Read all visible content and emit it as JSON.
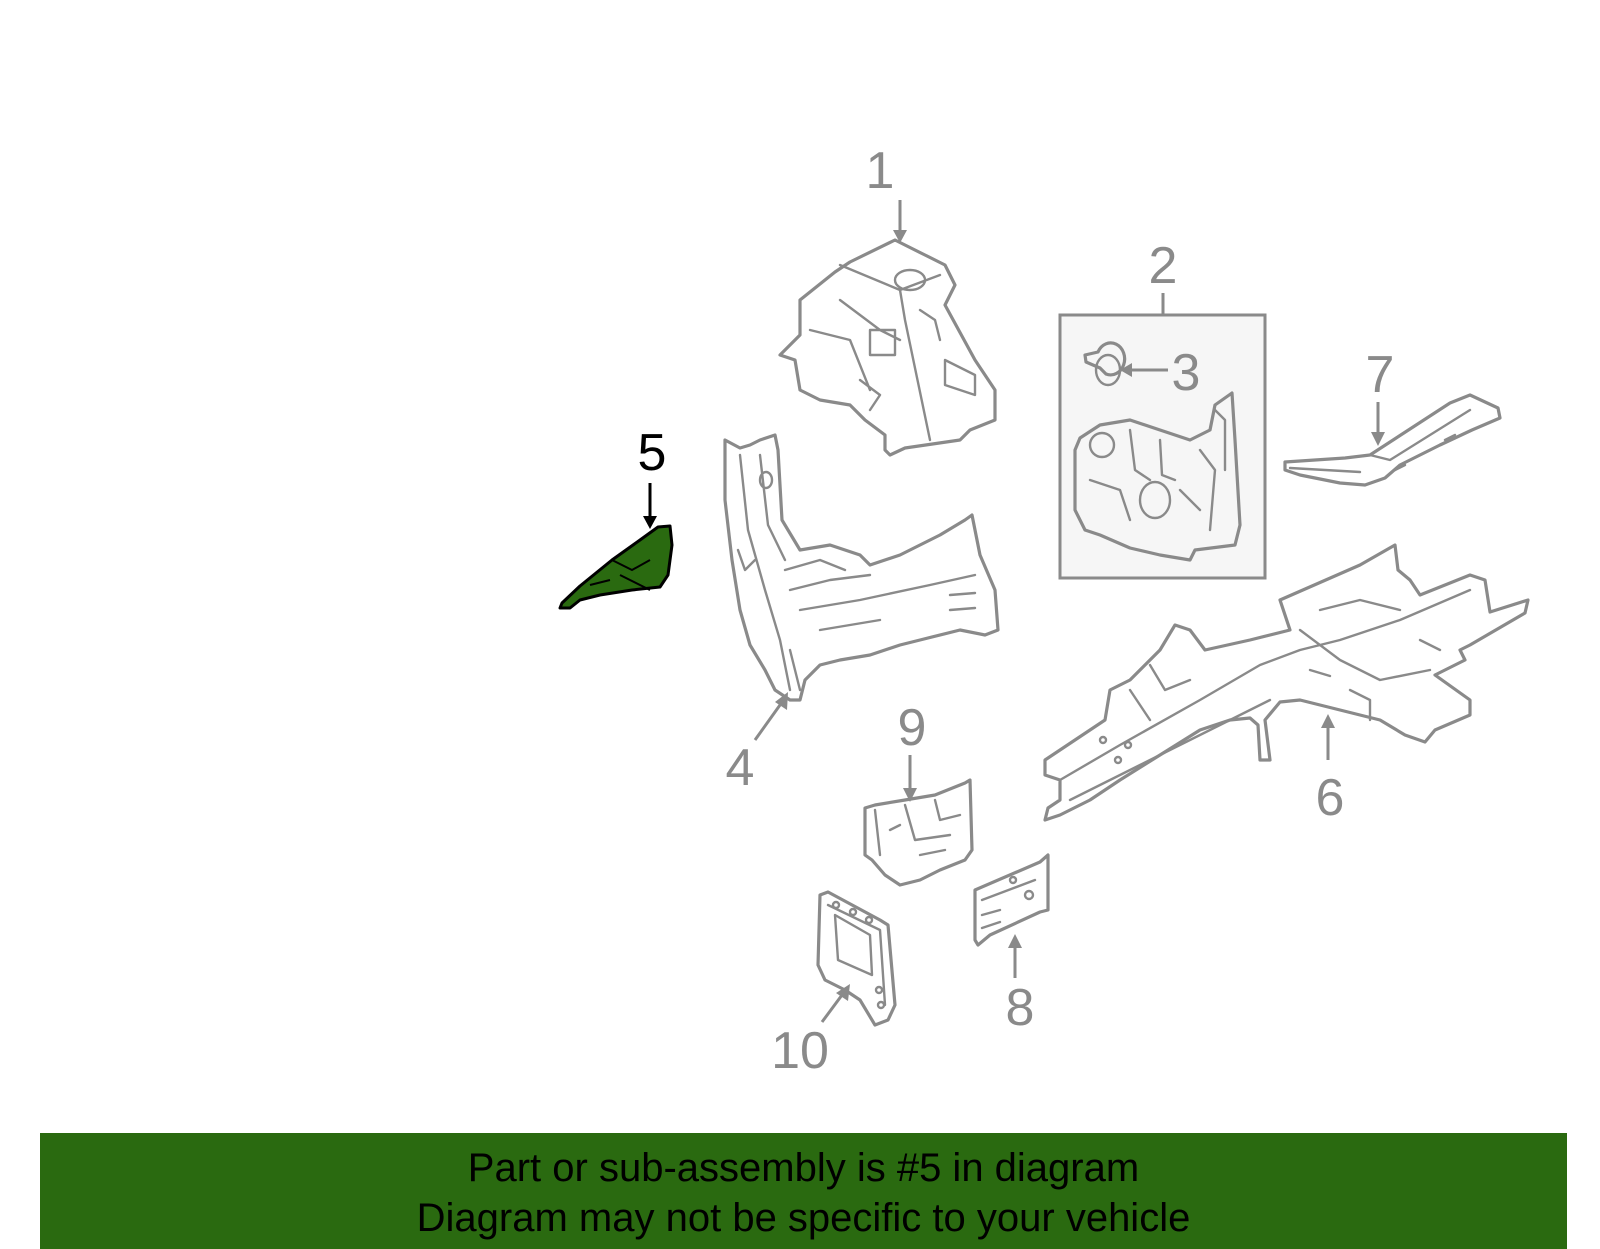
{
  "callouts": {
    "c1": "1",
    "c2": "2",
    "c3": "3",
    "c4": "4",
    "c5": "5",
    "c6": "6",
    "c7": "7",
    "c8": "8",
    "c9": "9",
    "c10": "10"
  },
  "selected_part": "5",
  "colors": {
    "highlight": "#2a6a10",
    "line": "#8a8a8a",
    "selected_label": "#000000"
  },
  "banner": {
    "line1": "Part or sub-assembly is #5 in diagram",
    "line2": "Diagram may not be specific to your vehicle"
  }
}
